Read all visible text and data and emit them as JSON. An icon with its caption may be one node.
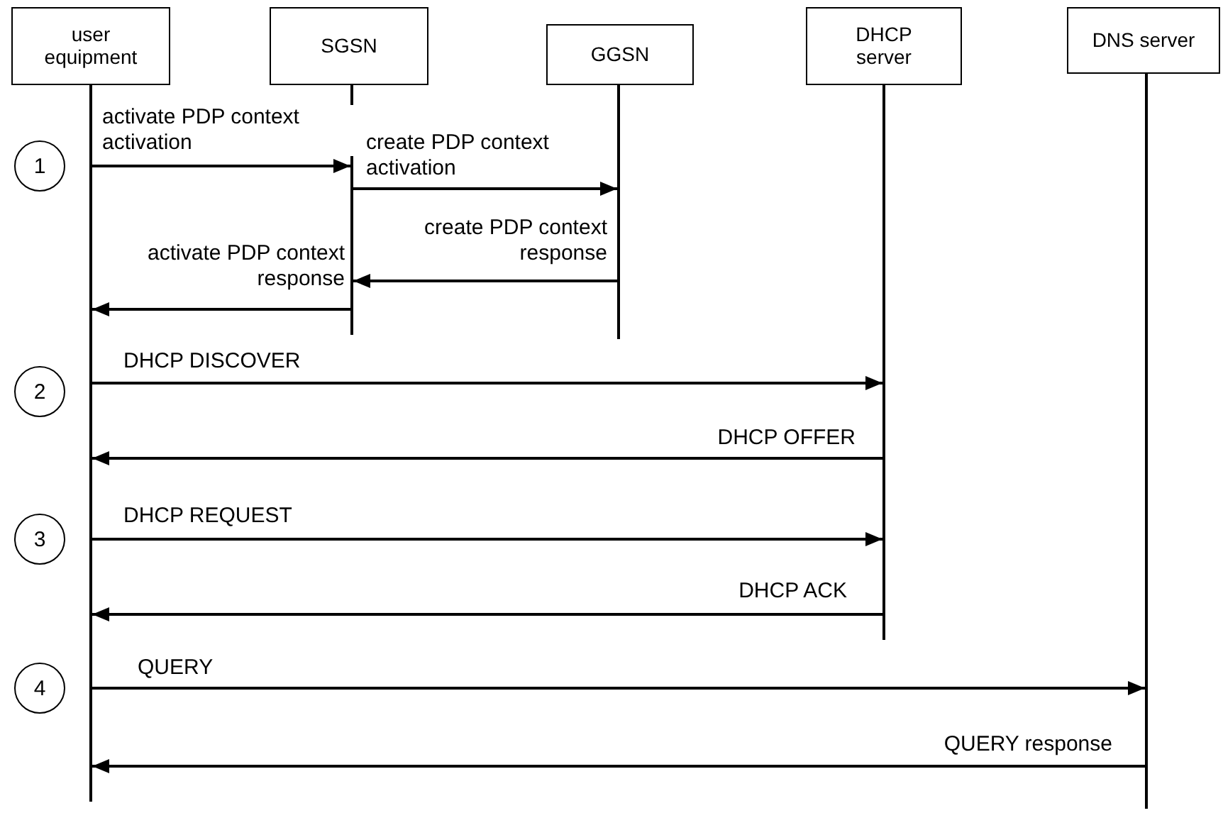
{
  "diagram": {
    "nodes": [
      {
        "text": [
          "user equipment"
        ]
      },
      {
        "text": [
          "SGSN"
        ]
      },
      {
        "text": [
          "GGSN"
        ]
      },
      {
        "text": [
          "DHCP server"
        ]
      },
      {
        "text": [
          "DNS server"
        ]
      },
      {
        "text": [],
        "shape": "bar"
      },
      {
        "text": [],
        "shape": "bar"
      },
      {
        "text": [],
        "shape": "bar"
      },
      {
        "text": [],
        "shape": "bar"
      },
      {
        "text": [],
        "shape": "bar"
      },
      {
        "text": [
          "1"
        ]
      },
      {
        "text": [
          "2"
        ]
      },
      {
        "text": [
          "3"
        ]
      },
      {
        "text": [
          "4"
        ]
      }
    ],
    "edges": [
      {
        "from": 5,
        "to": 6,
        "arrow": "to",
        "label": "activate PDP context activation"
      },
      {
        "from": 6,
        "to": 7,
        "arrow": "to",
        "label": "create PDP context activation"
      },
      {
        "from": 7,
        "to": 6,
        "arrow": "to",
        "label": "create PDP context response"
      },
      {
        "from": 6,
        "to": 5,
        "arrow": "to",
        "label": "activate PDP context response"
      },
      {
        "from": 5,
        "to": 8,
        "arrow": "to",
        "label": "DHCP DISCOVER"
      },
      {
        "from": 8,
        "to": 5,
        "arrow": "to",
        "label": "DHCP OFFER"
      },
      {
        "from": 5,
        "to": 8,
        "arrow": "to",
        "label": "DHCP REQUEST"
      },
      {
        "from": 8,
        "to": 5,
        "arrow": "to",
        "label": "DHCP ACK"
      },
      {
        "from": 5,
        "to": 9,
        "arrow": "to",
        "label": "QUERY"
      },
      {
        "from": 9,
        "to": 5,
        "arrow": "to",
        "label": "QUERY response"
      }
    ]
  }
}
